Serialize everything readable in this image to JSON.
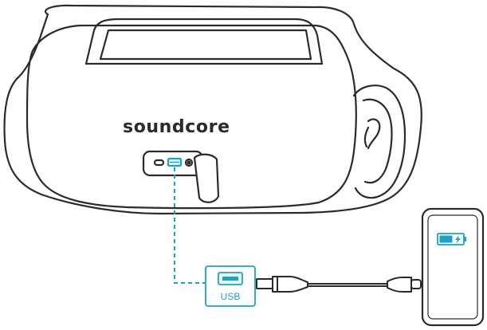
{
  "speaker": {
    "brand_text": "soundcore",
    "ports": [
      "usb-c",
      "usb-a",
      "aux"
    ]
  },
  "usb_callout": {
    "label": "USB"
  },
  "phone": {
    "battery_state": "charging"
  },
  "colors": {
    "outline": "#2b2b2b",
    "callout_accent": "#1aa3c9",
    "callout_fill": "#eaf6fb",
    "battery_fill": "#1aa3c9"
  }
}
